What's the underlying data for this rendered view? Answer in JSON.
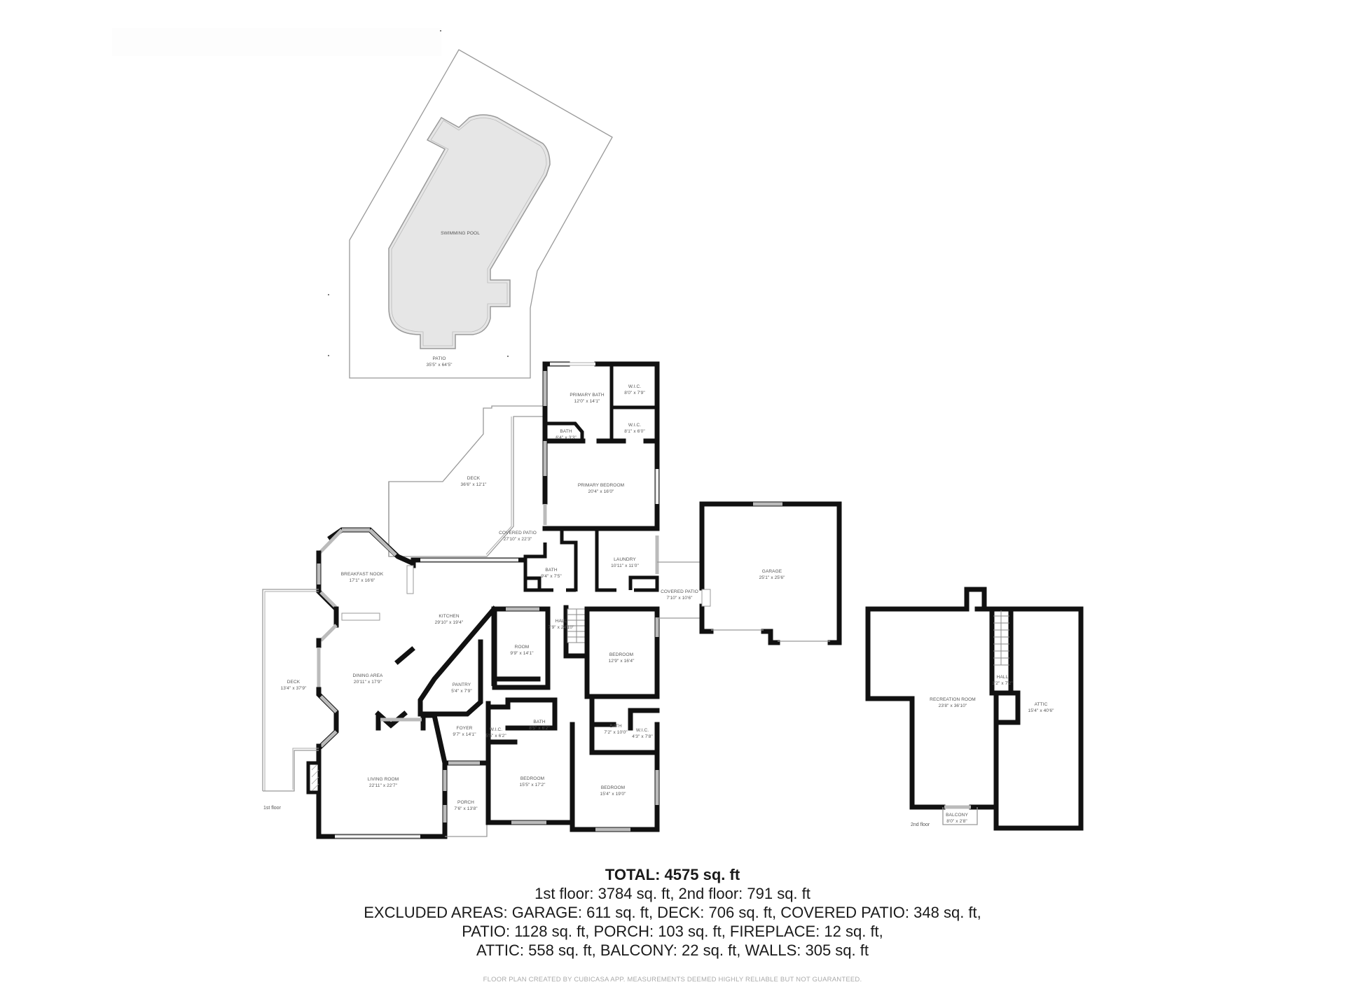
{
  "plan": {
    "exterior": {
      "swimming_pool": {
        "name": "SWIMMING POOL",
        "dim": ""
      },
      "patio": {
        "name": "PATIO",
        "dim": "35'5\" x 64'5\""
      }
    },
    "first_floor": {
      "tag": "1st floor",
      "rooms": {
        "primary_bath": {
          "name": "PRIMARY BATH",
          "dim": "12'0\" x 14'1\""
        },
        "wic_1": {
          "name": "W.I.C.",
          "dim": "8'0\" x 7'9\""
        },
        "wic_2": {
          "name": "W.I.C.",
          "dim": "8'1\" x 6'0\""
        },
        "bath_small": {
          "name": "BATH",
          "dim": "6'4\" x 3'3\""
        },
        "deck_upper": {
          "name": "DECK",
          "dim": "36'6\" x 12'1\""
        },
        "primary_bedroom": {
          "name": "PRIMARY BEDROOM",
          "dim": "20'4\" x 16'0\""
        },
        "covered_patio_main": {
          "name": "COVERED PATIO",
          "dim": "27'10\" x 22'3\""
        },
        "breakfast_nook": {
          "name": "BREAKFAST NOOK",
          "dim": "17'1\" x 16'6\""
        },
        "bath_mid": {
          "name": "BATH",
          "dim": "9'4\" x 7'5\""
        },
        "laundry": {
          "name": "LAUNDRY",
          "dim": "10'11\" x 11'0\""
        },
        "covered_patio_side": {
          "name": "COVERED PATIO",
          "dim": "7'10\" x 10'6\""
        },
        "garage": {
          "name": "GARAGE",
          "dim": "25'1\" x 25'6\""
        },
        "kitchen": {
          "name": "KITCHEN",
          "dim": "29'10\" x 19'4\""
        },
        "hall": {
          "name": "HALL",
          "dim": "7'9\" x 24'10\""
        },
        "room": {
          "name": "ROOM",
          "dim": "9'9\" x 14'1\""
        },
        "bedroom_1": {
          "name": "BEDROOM",
          "dim": "12'9\" x 16'4\""
        },
        "deck_side": {
          "name": "DECK",
          "dim": "13'4\" x 37'9\""
        },
        "dining_area": {
          "name": "DINING AREA",
          "dim": "20'11\" x 17'9\""
        },
        "pantry": {
          "name": "PANTRY",
          "dim": "5'4\" x 7'9\""
        },
        "foyer": {
          "name": "FOYER",
          "dim": "9'7\" x 14'1\""
        },
        "wic_3": {
          "name": "W.I.C.",
          "dim": "5'5\" x 6'2\""
        },
        "bath_2": {
          "name": "BATH",
          "dim": "8'5\" x 6'2\""
        },
        "bath_3": {
          "name": "BATH",
          "dim": "7'2\" x 10'0\""
        },
        "wic_4": {
          "name": "W.I.C.",
          "dim": "4'3\" x 7'8\""
        },
        "living_room": {
          "name": "LIVING ROOM",
          "dim": "22'11\" x 22'7\""
        },
        "porch": {
          "name": "PORCH",
          "dim": "7'6\" x 13'8\""
        },
        "bedroom_2": {
          "name": "BEDROOM",
          "dim": "15'5\" x 17'2\""
        },
        "bedroom_3": {
          "name": "BEDROOM",
          "dim": "15'4\" x 19'0\""
        }
      }
    },
    "second_floor": {
      "tag": "2nd floor",
      "rooms": {
        "recreation_room": {
          "name": "RECREATION ROOM",
          "dim": "23'8\" x 36'10\""
        },
        "hall": {
          "name": "HALL",
          "dim": "3'2\" x 7'2\""
        },
        "attic": {
          "name": "ATTIC",
          "dim": "15'4\" x 40'6\""
        },
        "balcony": {
          "name": "BALCONY",
          "dim": "8'0\" x 2'8\""
        }
      }
    }
  },
  "summary": {
    "total": "TOTAL: 4575 sq. ft",
    "floors": "1st floor: 3784 sq. ft, 2nd floor: 791 sq. ft",
    "excluded_1": "EXCLUDED AREAS: GARAGE: 611 sq. ft, DECK: 706 sq. ft, COVERED PATIO: 348 sq. ft,",
    "excluded_2": "PATIO: 1128 sq. ft, PORCH: 103 sq. ft, FIREPLACE: 12 sq. ft,",
    "excluded_3": "ATTIC: 558 sq. ft, BALCONY: 22 sq. ft, WALLS: 305 sq. ft"
  },
  "disclaimer": "FLOOR PLAN CREATED BY CUBICASA APP. MEASUREMENTS DEEMED HIGHLY RELIABLE BUT NOT GUARANTEED.",
  "colors": {
    "wall": "#111111",
    "pool_fill": "#e8e8e8",
    "outline": "#999999",
    "text": "#555555"
  }
}
